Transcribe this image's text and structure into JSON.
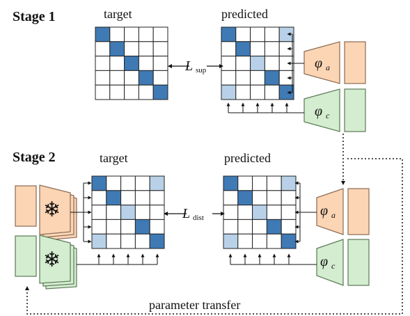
{
  "stage1": {
    "title": "Stage 1",
    "target_label": "target",
    "predicted_label": "predicted",
    "loss_symbol": "L",
    "loss_sub": "sup",
    "phi_a": {
      "symbol": "φ",
      "sub": "a"
    },
    "phi_c": {
      "symbol": "φ",
      "sub": "c"
    }
  },
  "stage2": {
    "title": "Stage 2",
    "target_label": "target",
    "predicted_label": "predicted",
    "loss_symbol": "L",
    "loss_sub": "dist",
    "phi_a": {
      "symbol": "φ",
      "sub": "a"
    },
    "phi_c": {
      "symbol": "φ",
      "sub": "c"
    },
    "frozen_icon": "❄"
  },
  "transfer_label": "parameter transfer",
  "colors": {
    "orange_fill": "#fcd5b5",
    "orange_stroke": "#8a6a52",
    "green_fill": "#d4ecd0",
    "green_stroke": "#5a7a55",
    "dark_blue": "#3f7ab5",
    "mid_blue": "#8fb5d6",
    "light_blue": "#b8d1e8"
  },
  "matrices": {
    "stage1_target": [
      [
        2,
        0,
        0,
        0,
        0
      ],
      [
        0,
        2,
        0,
        0,
        0
      ],
      [
        0,
        0,
        2,
        0,
        0
      ],
      [
        0,
        0,
        0,
        2,
        0
      ],
      [
        0,
        0,
        0,
        0,
        2
      ]
    ],
    "stage1_predicted": [
      [
        2,
        0,
        0,
        0,
        1
      ],
      [
        0,
        2,
        0,
        0,
        0
      ],
      [
        0,
        0,
        1,
        0,
        0
      ],
      [
        0,
        0,
        0,
        2,
        0
      ],
      [
        1,
        0,
        0,
        0,
        2
      ]
    ],
    "stage2_target": [
      [
        2,
        0,
        0,
        0,
        1
      ],
      [
        0,
        2,
        0,
        0,
        0
      ],
      [
        0,
        0,
        1,
        0,
        0
      ],
      [
        0,
        0,
        0,
        2,
        0
      ],
      [
        1,
        0,
        0,
        0,
        2
      ]
    ],
    "stage2_predicted": [
      [
        2,
        0,
        0,
        0,
        1
      ],
      [
        0,
        2,
        0,
        0,
        0
      ],
      [
        0,
        0,
        1,
        0,
        0
      ],
      [
        0,
        0,
        0,
        2,
        0
      ],
      [
        1,
        0,
        0,
        0,
        2
      ]
    ]
  }
}
